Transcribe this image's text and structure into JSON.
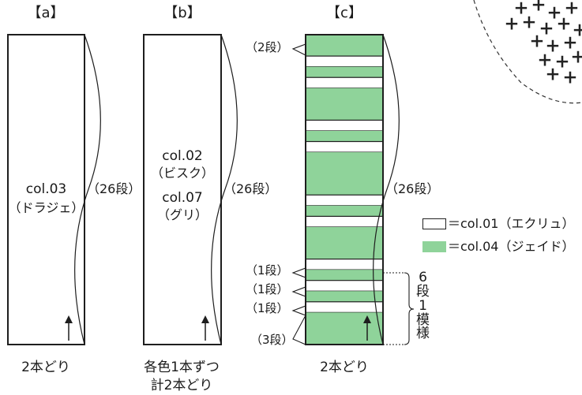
{
  "columns": [
    {
      "id": "a",
      "title": "【a】",
      "fill": "#ffffff",
      "label_lines": [
        "col.03",
        "（ドラジェ）"
      ],
      "rows_note": "（26段）",
      "footer_lines": [
        "2本どり"
      ]
    },
    {
      "id": "b",
      "title": "【b】",
      "fill": "#ffffff",
      "label_lines": [
        "col.02",
        "（ビスク）",
        "col.07",
        "（グリ）"
      ],
      "rows_note": "（26段）",
      "footer_lines": [
        "各色1本ずつ",
        "計2本どり"
      ]
    },
    {
      "id": "c",
      "title": "【c】",
      "rows_note": "（26段）",
      "footer_lines": [
        "2本どり"
      ],
      "stripe_pattern": [
        "green",
        "white",
        "green",
        "white",
        "green",
        "white",
        "green",
        "white",
        "green",
        "white",
        "green",
        "white",
        "green",
        "white",
        "green",
        "white",
        "green",
        "white",
        "green"
      ],
      "stripe_rows": [
        2,
        1,
        1,
        1,
        3,
        1,
        1,
        1,
        4,
        1,
        1,
        1,
        3,
        1,
        1,
        1,
        1,
        1,
        3
      ],
      "side_notes": [
        "（2段）",
        "（1段）",
        "（1段）",
        "（1段）",
        "（3段）"
      ],
      "repeat_note": [
        "6",
        "段",
        "1",
        "模",
        "様"
      ]
    }
  ],
  "legend": [
    {
      "swatch": "#ffffff",
      "text": "＝col.01（エクリュ）"
    },
    {
      "swatch": "#8fd39a",
      "text": "＝col.04（ジェイド）"
    }
  ],
  "colors": {
    "line": "#1e1e1e",
    "jade": "#8fd39a",
    "ecru": "#ffffff"
  },
  "decoration": {
    "icon": "cross-stitch-fabric-swatch",
    "mark": "＋"
  }
}
